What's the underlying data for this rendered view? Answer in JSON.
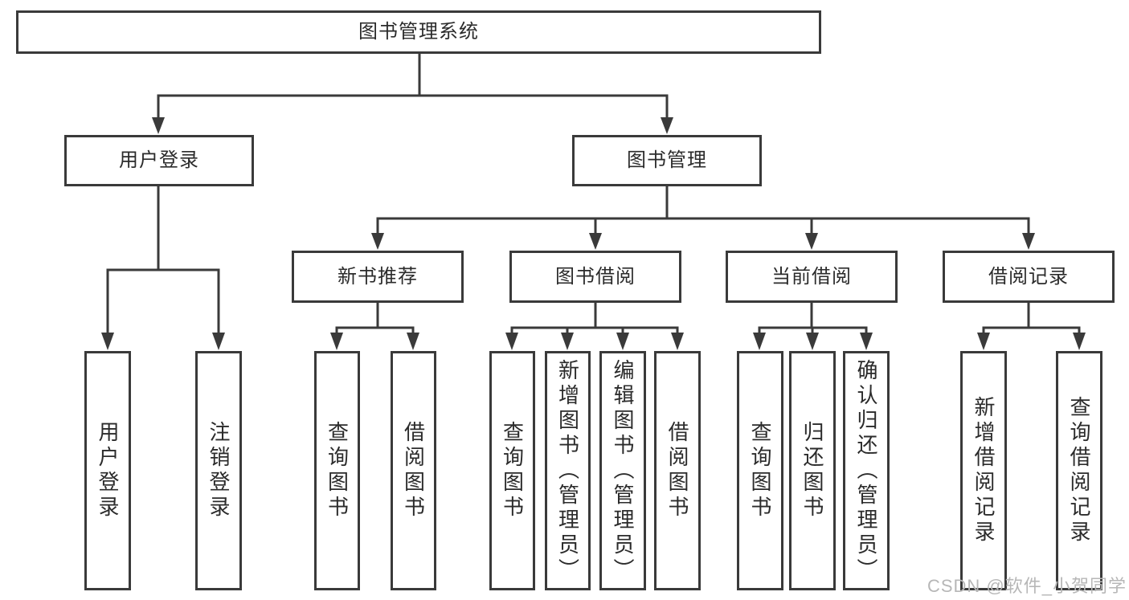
{
  "diagram_type": "hierarchy-tree",
  "tree": {
    "label": "图书管理系统",
    "children": [
      {
        "label": "用户登录",
        "children": [
          {
            "label": "用户登录"
          },
          {
            "label": "注销登录"
          }
        ]
      },
      {
        "label": "图书管理",
        "children": [
          {
            "label": "新书推荐",
            "children": [
              {
                "label": "查询图书"
              },
              {
                "label": "借阅图书"
              }
            ]
          },
          {
            "label": "图书借阅",
            "children": [
              {
                "label": "查询图书"
              },
              {
                "label": "新增图书（管理员）"
              },
              {
                "label": "编辑图书（管理员）"
              },
              {
                "label": "借阅图书"
              }
            ]
          },
          {
            "label": "当前借阅",
            "children": [
              {
                "label": "查询图书"
              },
              {
                "label": "归还图书"
              },
              {
                "label": "确认归还（管理员）"
              }
            ]
          },
          {
            "label": "借阅记录",
            "children": [
              {
                "label": "新增借阅记录"
              },
              {
                "label": "查询借阅记录"
              }
            ]
          }
        ]
      }
    ]
  },
  "watermark": {
    "text": "CSDN @软件_小贺同学"
  },
  "colors": {
    "line": "#3a3a3a",
    "box_border": "#3a3a3a",
    "text": "#2b2b2b",
    "watermark": "#b7b7b7",
    "background": "#ffffff"
  }
}
